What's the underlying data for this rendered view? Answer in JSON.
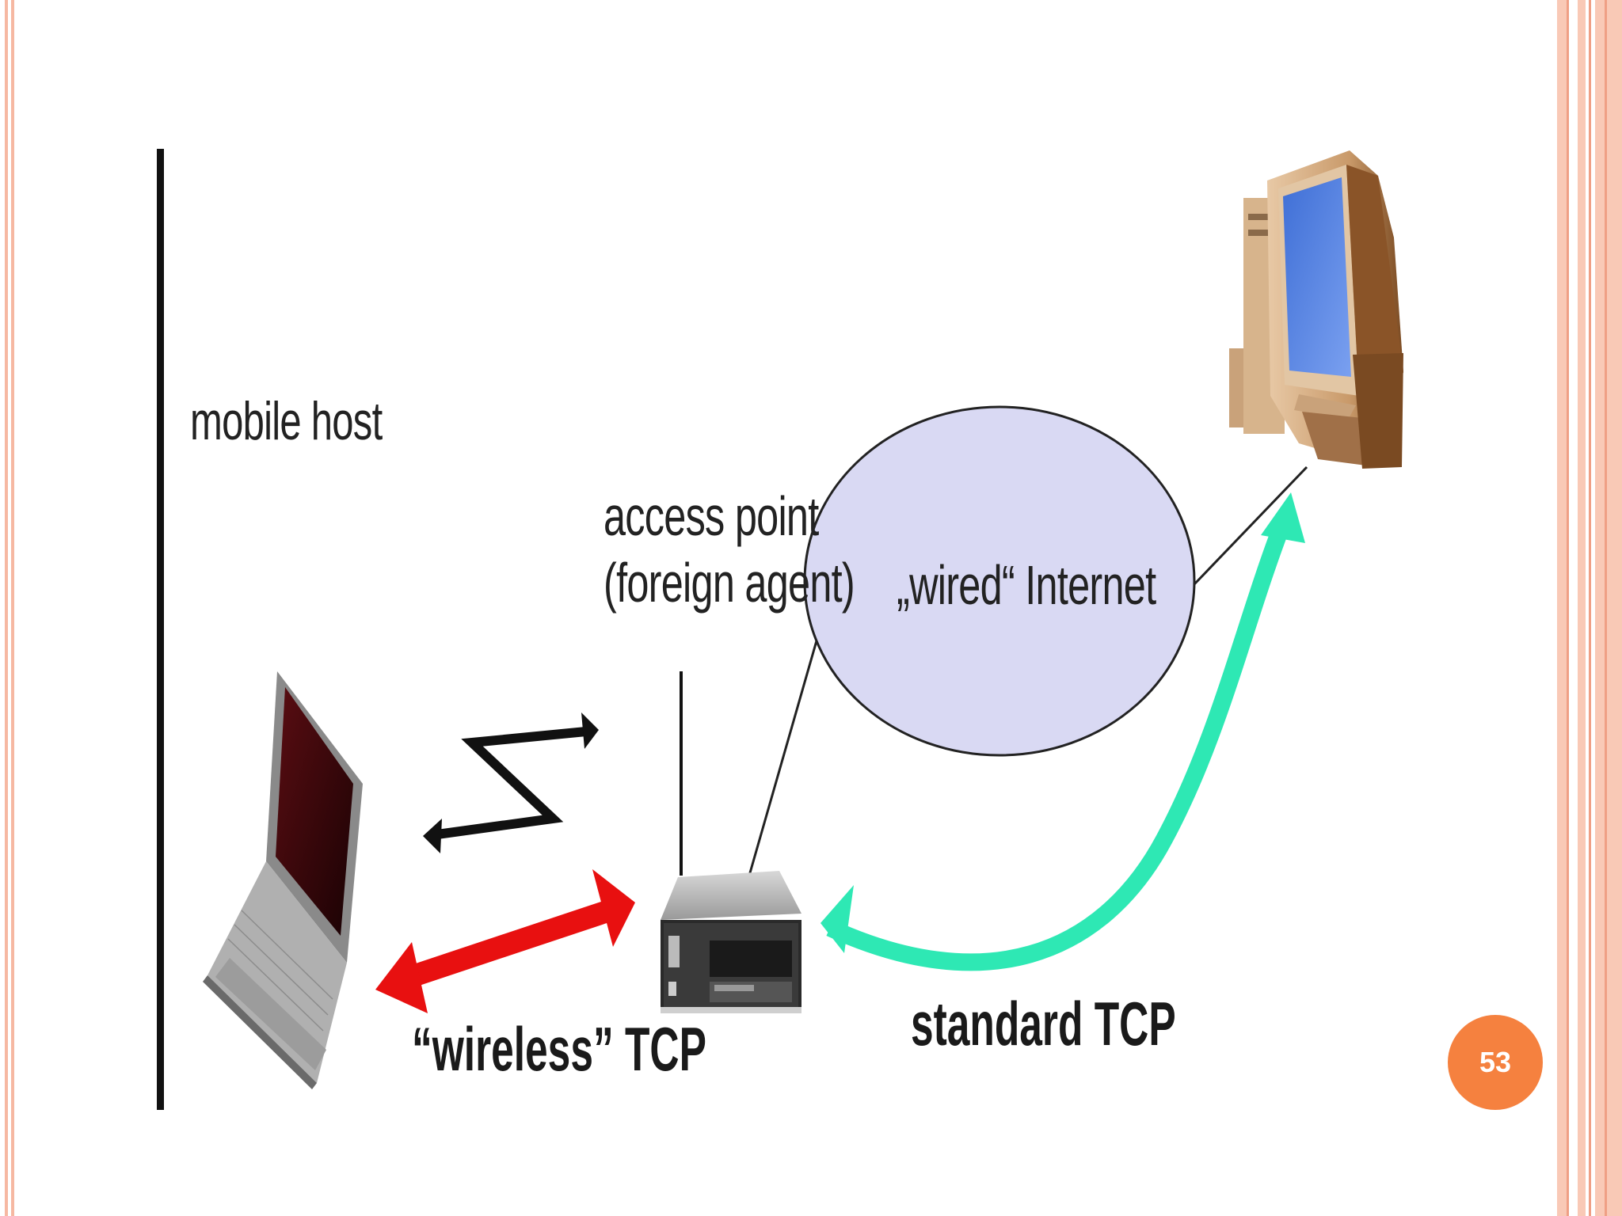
{
  "diagram": {
    "labels": {
      "mobile_host": "mobile host",
      "access_point_line1": "access point",
      "access_point_line2": "(foreign agent)",
      "wired_internet": "„wired“ Internet",
      "wireless_tcp": "“wireless” TCP",
      "standard_tcp": "standard TCP"
    },
    "nodes": [
      {
        "id": "mobile-host",
        "icon": "laptop-icon"
      },
      {
        "id": "access-point",
        "icon": "router-icon"
      },
      {
        "id": "internet",
        "icon": "cloud-ellipse"
      },
      {
        "id": "server",
        "icon": "desktop-computer-icon"
      }
    ],
    "edges": [
      {
        "from": "mobile-host",
        "to": "access-point",
        "kind": "wireless-link",
        "color": "#111111"
      },
      {
        "from": "mobile-host",
        "to": "access-point",
        "kind": "wireless-tcp",
        "color": "#e81010"
      },
      {
        "from": "access-point",
        "to": "server",
        "kind": "standard-tcp",
        "color": "#2ee8b4"
      },
      {
        "from": "access-point",
        "to": "internet",
        "kind": "wire",
        "color": "#222222"
      },
      {
        "from": "internet",
        "to": "server",
        "kind": "wire",
        "color": "#222222"
      }
    ],
    "colors": {
      "internet_fill": "#d9d9f3",
      "red_arrow": "#e81010",
      "green_arrow": "#2ee8b4",
      "accent": "#f5813f"
    }
  },
  "slide": {
    "page_number": "53"
  }
}
